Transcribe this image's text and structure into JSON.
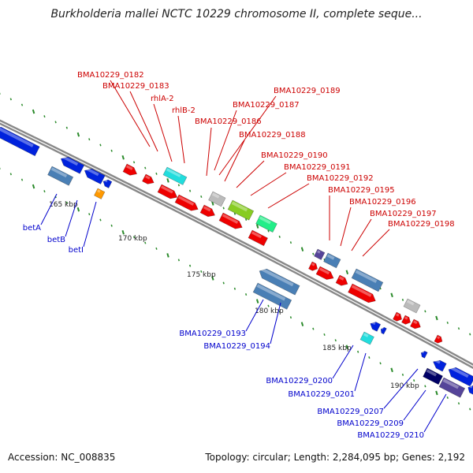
{
  "title": "Burkholderia mallei NCTC 10229 chromosome II, complete seque...",
  "accession": "Accession: NC_008835",
  "topology": "Topology: circular; Length: 2,284,095 bp; Genes: 2,192",
  "colors": {
    "backbone": "#888888",
    "tick": "#2a8a2a",
    "forward_label": "#cc0000",
    "reverse_label": "#0000cc",
    "red_feature": "#ee0000",
    "blue_feature": "#0022dd",
    "steel_feature": "#4a7fb5",
    "cyan_feature": "#22dddd",
    "lime_feature": "#88cc22",
    "green_feature": "#22ee88",
    "gray_feature": "#bbbbbb",
    "orange_feature": "#ff9900",
    "navy_feature": "#000066",
    "purple_feature": "#554499"
  },
  "scale": [
    "165 kbp",
    "170 kbp",
    "175 kbp",
    "180 kbp",
    "185 kbp",
    "190 kbp"
  ],
  "forward_genes": [
    "BMA10229_0182",
    "BMA10229_0183",
    "rhlA-2",
    "rhlB-2",
    "BMA10229_0186",
    "BMA10229_0187",
    "BMA10229_0188",
    "BMA10229_0189",
    "BMA10229_0190",
    "BMA10229_0191",
    "BMA10229_0192",
    "BMA10229_0195",
    "BMA10229_0196",
    "BMA10229_0197",
    "BMA10229_0198"
  ],
  "reverse_genes": [
    "betA",
    "betB",
    "betI",
    "BMA10229_0193",
    "BMA10229_0194",
    "BMA10229_0200",
    "BMA10229_0201",
    "BMA10229_0207",
    "BMA10229_0209",
    "BMA10229_0210"
  ]
}
